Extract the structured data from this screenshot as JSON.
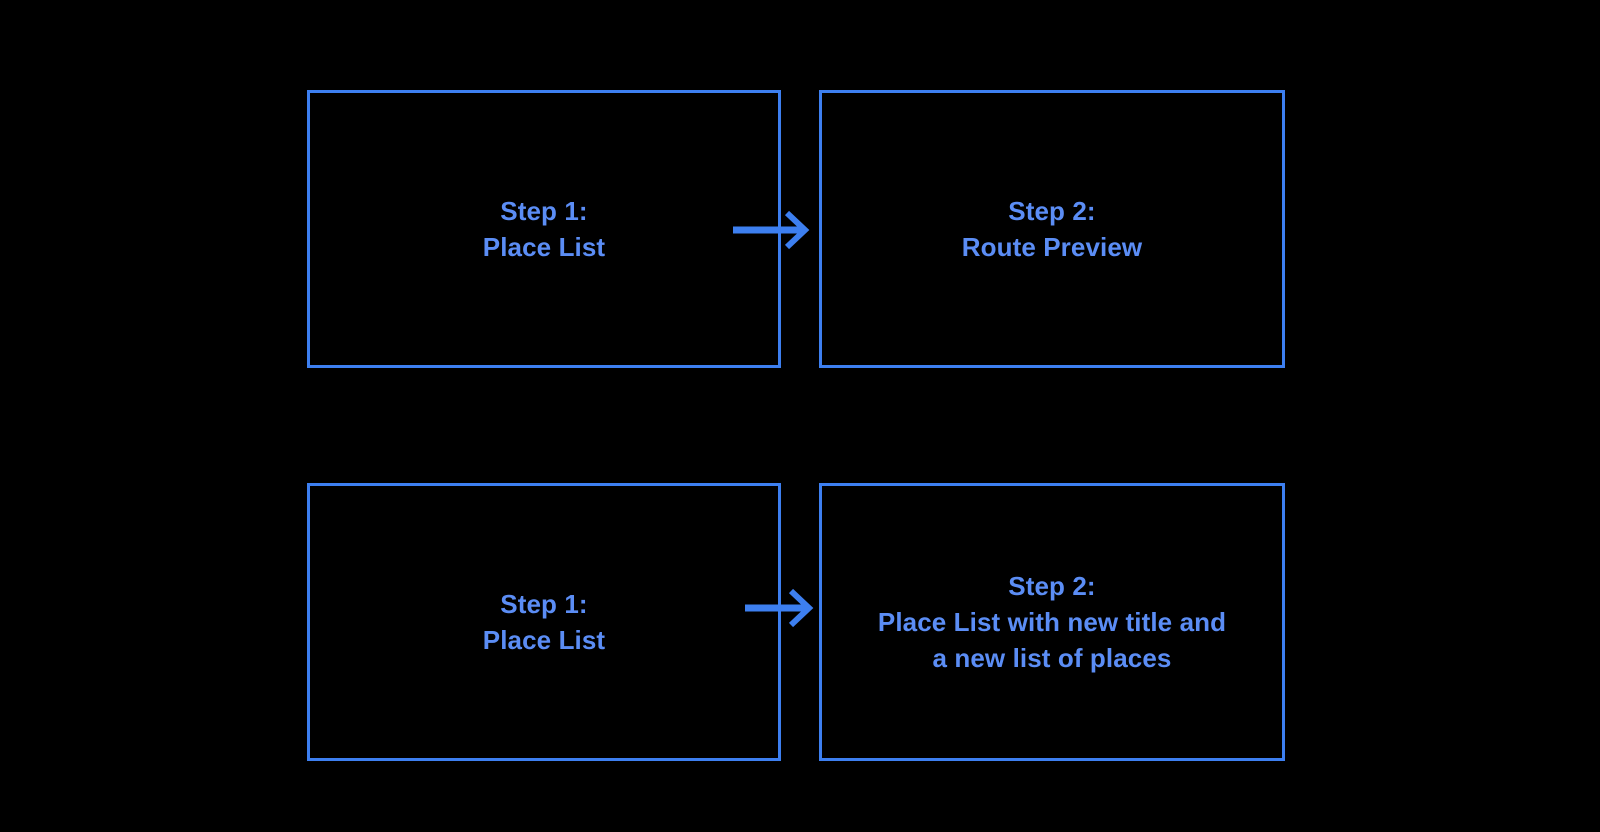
{
  "diagram": {
    "background_color": "#000000",
    "accent_color": "#3d7ff0",
    "text_color": "#5b8df5",
    "rows": [
      {
        "id": "row-1",
        "from": {
          "title": "Step 1:",
          "subtitle": "Place List",
          "full_text": "Step 1:\nPlace List"
        },
        "arrow": {
          "icon": "arrow-right-icon",
          "direction": "right"
        },
        "to": {
          "title": "Step 2:",
          "subtitle": "Route Preview",
          "full_text": "Step 2:\nRoute Preview"
        }
      },
      {
        "id": "row-2",
        "from": {
          "title": "Step 1:",
          "subtitle": "Place List",
          "full_text": "Step 1:\nPlace List"
        },
        "arrow": {
          "icon": "arrow-right-icon",
          "direction": "right"
        },
        "to": {
          "title": "Step 2:",
          "subtitle": "Place List with new title and a new list of places",
          "full_text": "Step 2:\nPlace List with new title and\na new list of places"
        }
      }
    ]
  }
}
